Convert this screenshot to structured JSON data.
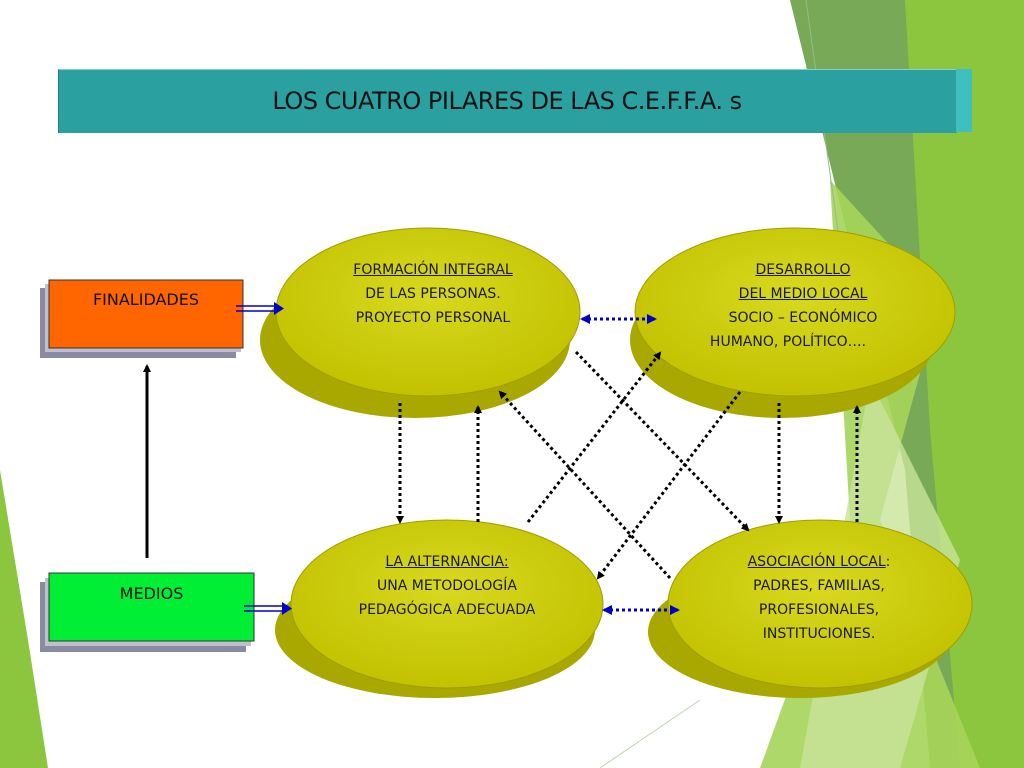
{
  "title": "LOS  CUATRO  PILARES DE LAS C.E.F.F.A. s",
  "boxes": {
    "finalidades": {
      "label": "FINALIDADES",
      "color": "#ff6600"
    },
    "medios": {
      "label": "MEDIOS",
      "color": "#00ee33"
    }
  },
  "nodes": {
    "formacion": {
      "line1": "FORMACIÓN INTEGRAL",
      "line2": "DE LAS PERSONAS.",
      "line3": "PROYECTO PERSONAL"
    },
    "desarrollo": {
      "line1": "DESARROLLO",
      "line2": "DEL MEDIO LOCAL",
      "line3": "SOCIO – ECONÓMICO",
      "line4": "HUMANO, POLÍTICO…."
    },
    "alternancia": {
      "line1": "LA ALTERNANCIA:",
      "line2": "UNA METODOLOGÍA",
      "line3": "PEDAGÓGICA ADECUADA"
    },
    "asociacion": {
      "line1": "ASOCIACIÓN LOCAL",
      "line1_suffix": ":",
      "line2": "PADRES, FAMILIAS,",
      "line3": "PROFESIONALES,",
      "line4": "INSTITUCIONES."
    }
  },
  "colors": {
    "title_banner": "#2aa0a0",
    "ellipse_fill": "#cccc00",
    "arrow_blue": "#0000cc",
    "decor_green": "#8cc63f"
  }
}
